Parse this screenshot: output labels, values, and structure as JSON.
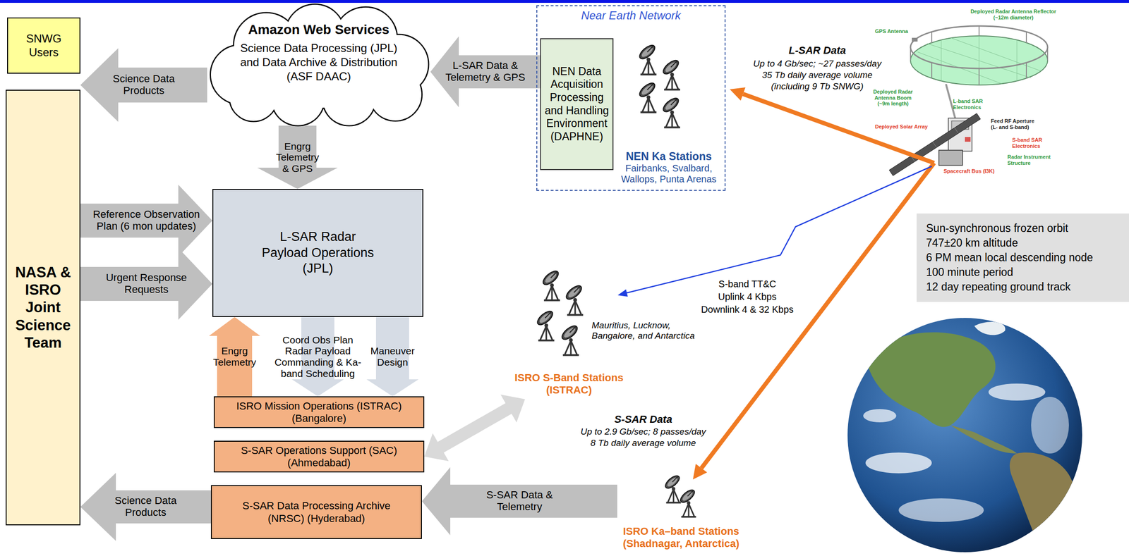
{
  "diagram": {
    "nodes": [
      {
        "text": [
          "SNWG Users"
        ]
      },
      {
        "text": [
          "Amazon Web Services",
          "Science Data Processing (JPL) and Data Archive & Distribution (ASF DAAC)"
        ]
      },
      {
        "text": [
          "Near Earth Network"
        ]
      },
      {
        "text": [
          "NEN Data Acquisition Processing and Handling Environment (DAPHNE)"
        ],
        "in": 2
      },
      {
        "text": [
          "NEN Ka Stations",
          "Fairbanks, Svalbard, Wallops, Punta Arenas"
        ],
        "in": 2
      },
      {
        "text": [
          "NASA & ISRO Joint Science Team"
        ]
      },
      {
        "text": [
          "L-SAR Radar Payload Operations (JPL)"
        ]
      },
      {
        "text": [
          "Sun-synchronous frozen orbit",
          "747±20 km altitude",
          "6 PM mean local descending node",
          "100 minute period",
          "12 day repeating ground track"
        ]
      },
      {
        "text": [
          "Mauritius, Lucknow, Bangalore, and Antarctica",
          "ISRO S-Band Stations (ISTRAC)"
        ]
      },
      {
        "text": [
          "ISRO Mission Operations (ISTRAC) (Bangalore)"
        ]
      },
      {
        "text": [
          "S-SAR Operations Support (SAC) (Ahmedabad)"
        ]
      },
      {
        "text": [
          "S-SAR Data Processing Archive (NRSC) (Hyderabad)"
        ]
      },
      {
        "text": [
          "ISRO Ka–band Stations (Shadnagar, Antarctica)"
        ]
      }
    ],
    "edges": [
      {
        "from": 1,
        "to": 0,
        "label": "Science Data Products",
        "arrow": "to"
      },
      {
        "from": 3,
        "to": 1,
        "label": "L-SAR Data & Telemetry & GPS",
        "arrow": "to"
      },
      {
        "from": 1,
        "to": 6,
        "label": "Engrg Telemetry & GPS",
        "arrow": "to"
      },
      {
        "from": 5,
        "to": 6,
        "label": "Reference Observation Plan (6 mon updates)",
        "arrow": "to"
      },
      {
        "from": 5,
        "to": 6,
        "label": "Urgent Response Requests",
        "arrow": "to"
      },
      {
        "from": 9,
        "to": 6,
        "label": "Engrg Telemetry",
        "arrow": "to"
      },
      {
        "from": 6,
        "to": 9,
        "label": "Coord Obs Plan Radar Payload Commanding & Ka-band Scheduling",
        "arrow": "to"
      },
      {
        "from": 6,
        "to": 9,
        "label": "Maneuver Design",
        "arrow": "to"
      },
      {
        "from": 8,
        "to": 10,
        "arrow": "both"
      },
      {
        "from": 12,
        "to": 11,
        "label": "S-SAR Data & Telemetry",
        "arrow": "to"
      },
      {
        "from": 11,
        "to": 5,
        "label": "Science Data Products",
        "arrow": "to"
      }
    ],
    "labels": [
      "L-SAR Data",
      "Up to 4 Gb/sec; ~27 passes/day",
      "35 Tb daily average volume",
      "(including 9 Tb SNWG)",
      "Deployed Radar Antenna Reflector (~12m diameter)",
      "GPS Antenna",
      "Deployed Radar Antenna Boom (~9m length)",
      "L-band SAR Electronics",
      "Deployed Solar Array",
      "Feed RF Aperture (L- and S-band)",
      "S-band SAR Electronics",
      "Radar Instrument Structure",
      "Spacecraft Bus (I3K)",
      "S-band TT&C",
      "Uplink 4 Kbps",
      "Downlink 4 & 32 Kbps",
      "S-SAR Data",
      "Up to 2.9 Gb/sec; 8 passes/day",
      "8 Tb daily average volume"
    ]
  }
}
